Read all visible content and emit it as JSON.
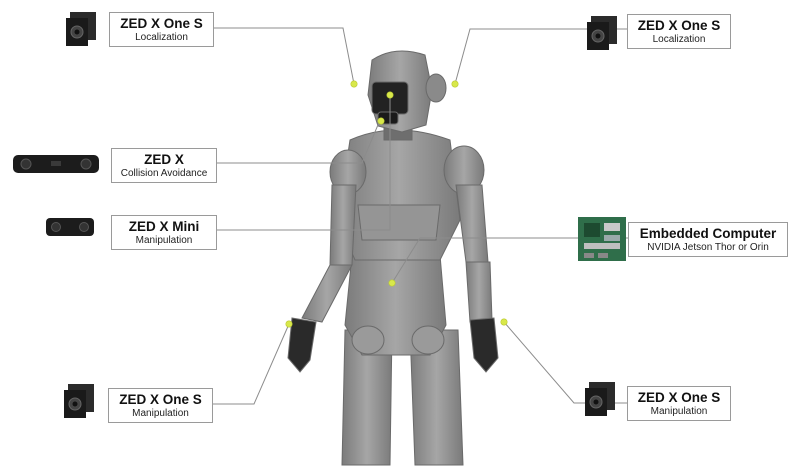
{
  "callouts": [
    {
      "id": "left-localization",
      "name": "ZED X One S",
      "role": "Localization"
    },
    {
      "id": "right-localization",
      "name": "ZED X One S",
      "role": "Localization"
    },
    {
      "id": "collision",
      "name": "ZED X",
      "role": "Collision Avoidance"
    },
    {
      "id": "mini-manip",
      "name": "ZED X Mini",
      "role": "Manipulation"
    },
    {
      "id": "embedded",
      "name": "Embedded Computer",
      "role": "NVIDIA Jetson Thor or Orin"
    },
    {
      "id": "left-manip",
      "name": "ZED X One S",
      "role": "Manipulation"
    },
    {
      "id": "right-manip",
      "name": "ZED X One S",
      "role": "Manipulation"
    }
  ],
  "colors": {
    "marker": "#d8e84a",
    "leader": "#8c8c8c",
    "robot": "#8e8e8e",
    "camera": "#1f1f1f",
    "board": "#2f6e4a"
  },
  "icons": [
    "camera-cube-icon",
    "stereo-camera-icon",
    "mini-stereo-camera-icon",
    "circuit-board-icon",
    "humanoid-robot-illustration"
  ]
}
